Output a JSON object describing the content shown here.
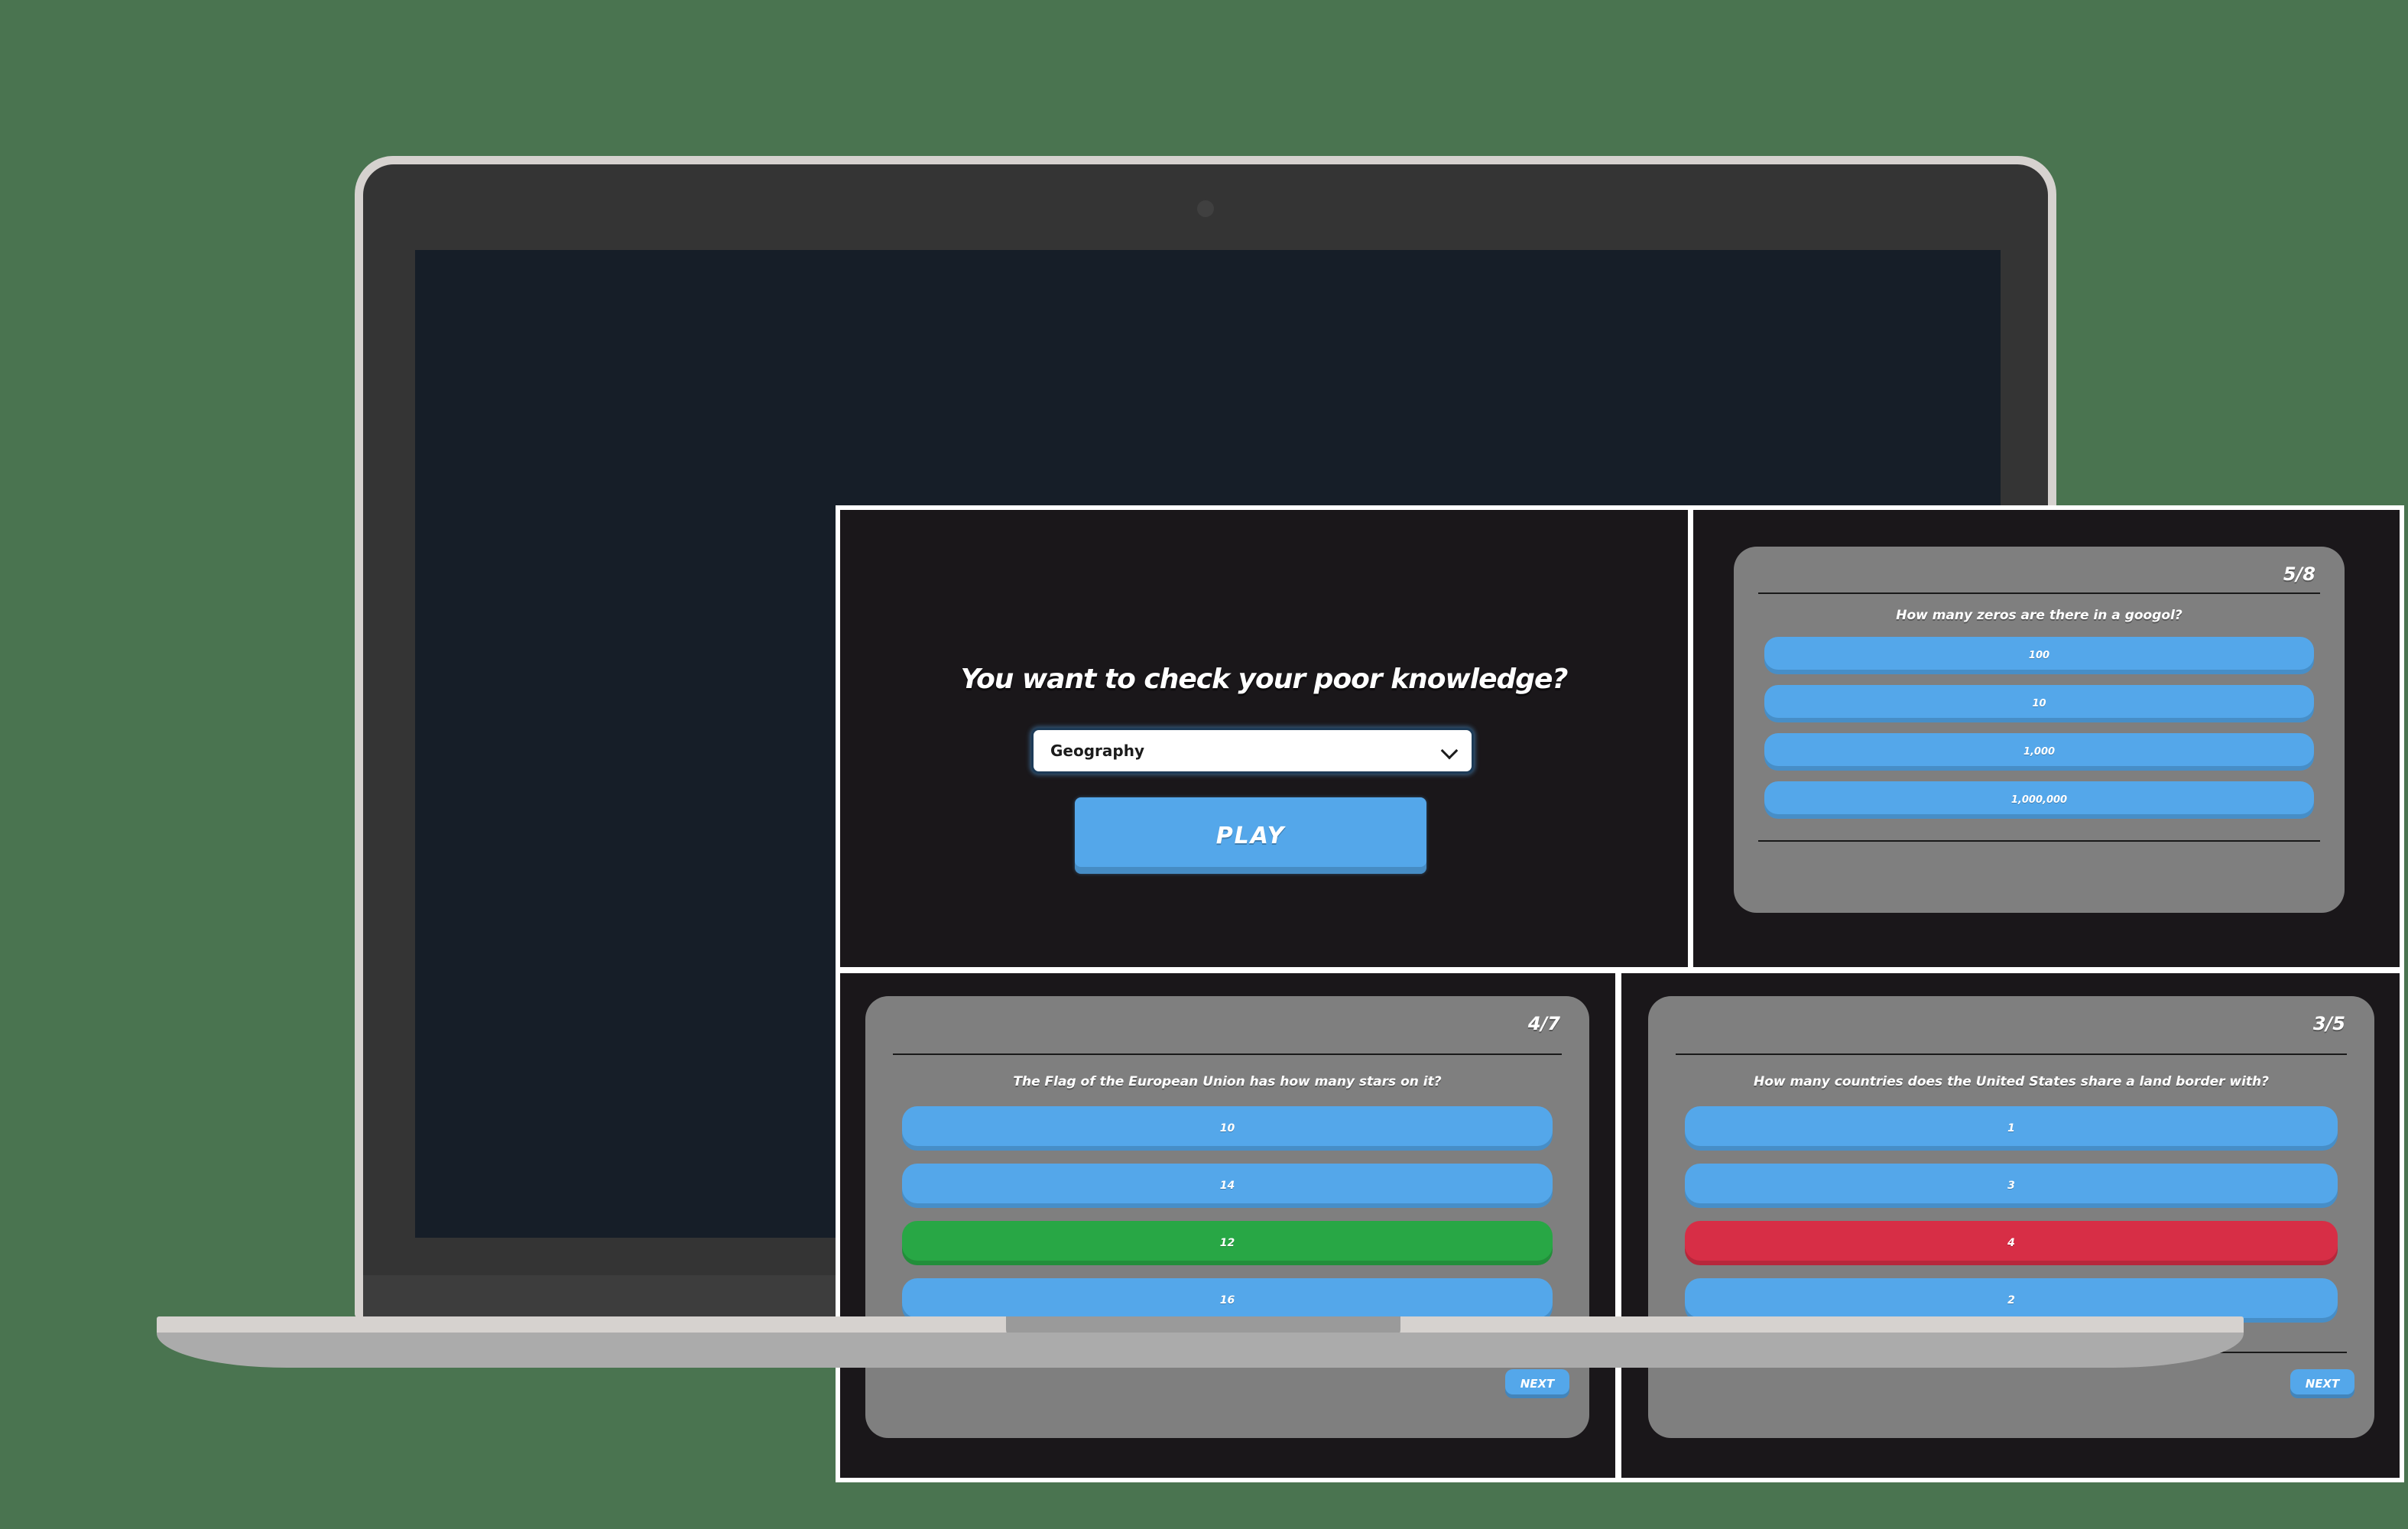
{
  "colors": {
    "background_green": "#4a7450",
    "accent_blue": "#54a7ea",
    "correct_green": "#28a745",
    "incorrect_red": "#d72e46",
    "card_gray": "#7f7f7f",
    "panel_black": "#1a171a",
    "page_border_white": "#ffffff"
  },
  "laptop": {
    "lid_silver": "#d6d2cf",
    "bezel_charcoal": "#343434",
    "screen_navy": "#161e28",
    "base_gray": "#ababab",
    "notch_gray": "#9a9a9a"
  },
  "app": {
    "start": {
      "heading": "You want to check your poor knowledge?",
      "category_value": "Geography",
      "play_label": "PLAY"
    },
    "quizzes": [
      {
        "progress": "5/8",
        "question": "How many zeros are there in a googol?",
        "options": [
          {
            "label": "100",
            "state": "default"
          },
          {
            "label": "10",
            "state": "default"
          },
          {
            "label": "1,000",
            "state": "default"
          },
          {
            "label": "1,000,000",
            "state": "default"
          }
        ]
      },
      {
        "progress": "4/7",
        "question": "The Flag of the European Union has how many stars on it?",
        "options": [
          {
            "label": "10",
            "state": "default"
          },
          {
            "label": "14",
            "state": "default"
          },
          {
            "label": "12",
            "state": "correct"
          },
          {
            "label": "16",
            "state": "default"
          }
        ],
        "next_label": "NEXT"
      },
      {
        "progress": "3/5",
        "question": "How many countries does the United States share a land border with?",
        "options": [
          {
            "label": "1",
            "state": "default"
          },
          {
            "label": "3",
            "state": "default"
          },
          {
            "label": "4",
            "state": "incorrect"
          },
          {
            "label": "2",
            "state": "default"
          }
        ],
        "next_label": "NEXT"
      }
    ]
  }
}
